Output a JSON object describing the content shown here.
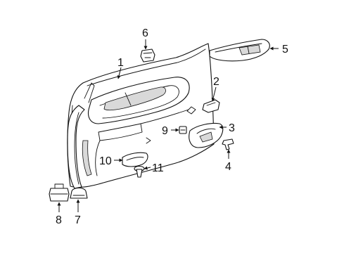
{
  "diagram": {
    "callouts": {
      "c1": "1",
      "c2": "2",
      "c3": "3",
      "c4": "4",
      "c5": "5",
      "c6": "6",
      "c7": "7",
      "c8": "8",
      "c9": "9",
      "c10": "10",
      "c11": "11"
    },
    "colors": {
      "line": "#111111",
      "background": "#ffffff"
    }
  }
}
